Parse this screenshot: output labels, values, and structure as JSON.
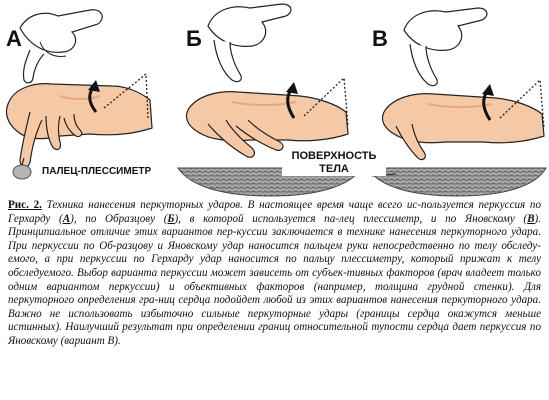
{
  "figure": {
    "panel_letters": [
      "А",
      "Б",
      "В"
    ],
    "label_plessimeter": "ПАЛЕЦ-ПЛЕССИМЕТР",
    "label_surface_line1": "ПОВЕРХНОСТЬ",
    "label_surface_line2": "ТЕЛА"
  },
  "caption": {
    "fig_label": "Рис. 2.",
    "text_1": " Техника нанесения перкуторных ударов. В настоящее время чаще всего ис-пользуется перкуссия по Герхарду (",
    "ref_a": "А",
    "text_2": "), по Образцову (",
    "ref_b": "Б",
    "text_3": "), в которой используется па-лец плессиметр, и по Яновскому (",
    "ref_c": "В",
    "text_4": "). Принципиальное отличие этих вариантов пер-куссии заключается в технике нанесения перкуторного удара. При перкуссии по Об-разцову и Яновскому удар наносится пальцем руки непосредственно по телу обследу-емого, а при перкуссии по Герхарду удар наносится по пальцу плессиметру, который прижат к телу обследуемого. Выбор варианта перкуссии может зависеть от субъек-тивных факторов (врач владеет только одним вариантом перкуссии) и объективных факторов (например, толщина грудной стенки). Для перкуторного определения гра-ниц сердца подойдет любой из этих вариантов нанесения перкуторного удара. Важно не использовать избыточно сильные перкуторные удары (границы сердца окажутся меньше истинных). Наилучший результат при определении границ относительной тупости сердца дает перкуссия по Яновскому (вариант В)."
  },
  "colors": {
    "skin": "#f6c9a6",
    "skin_shadow": "#e7a77f",
    "outline": "#222222",
    "surface": "#8a8a8a"
  }
}
